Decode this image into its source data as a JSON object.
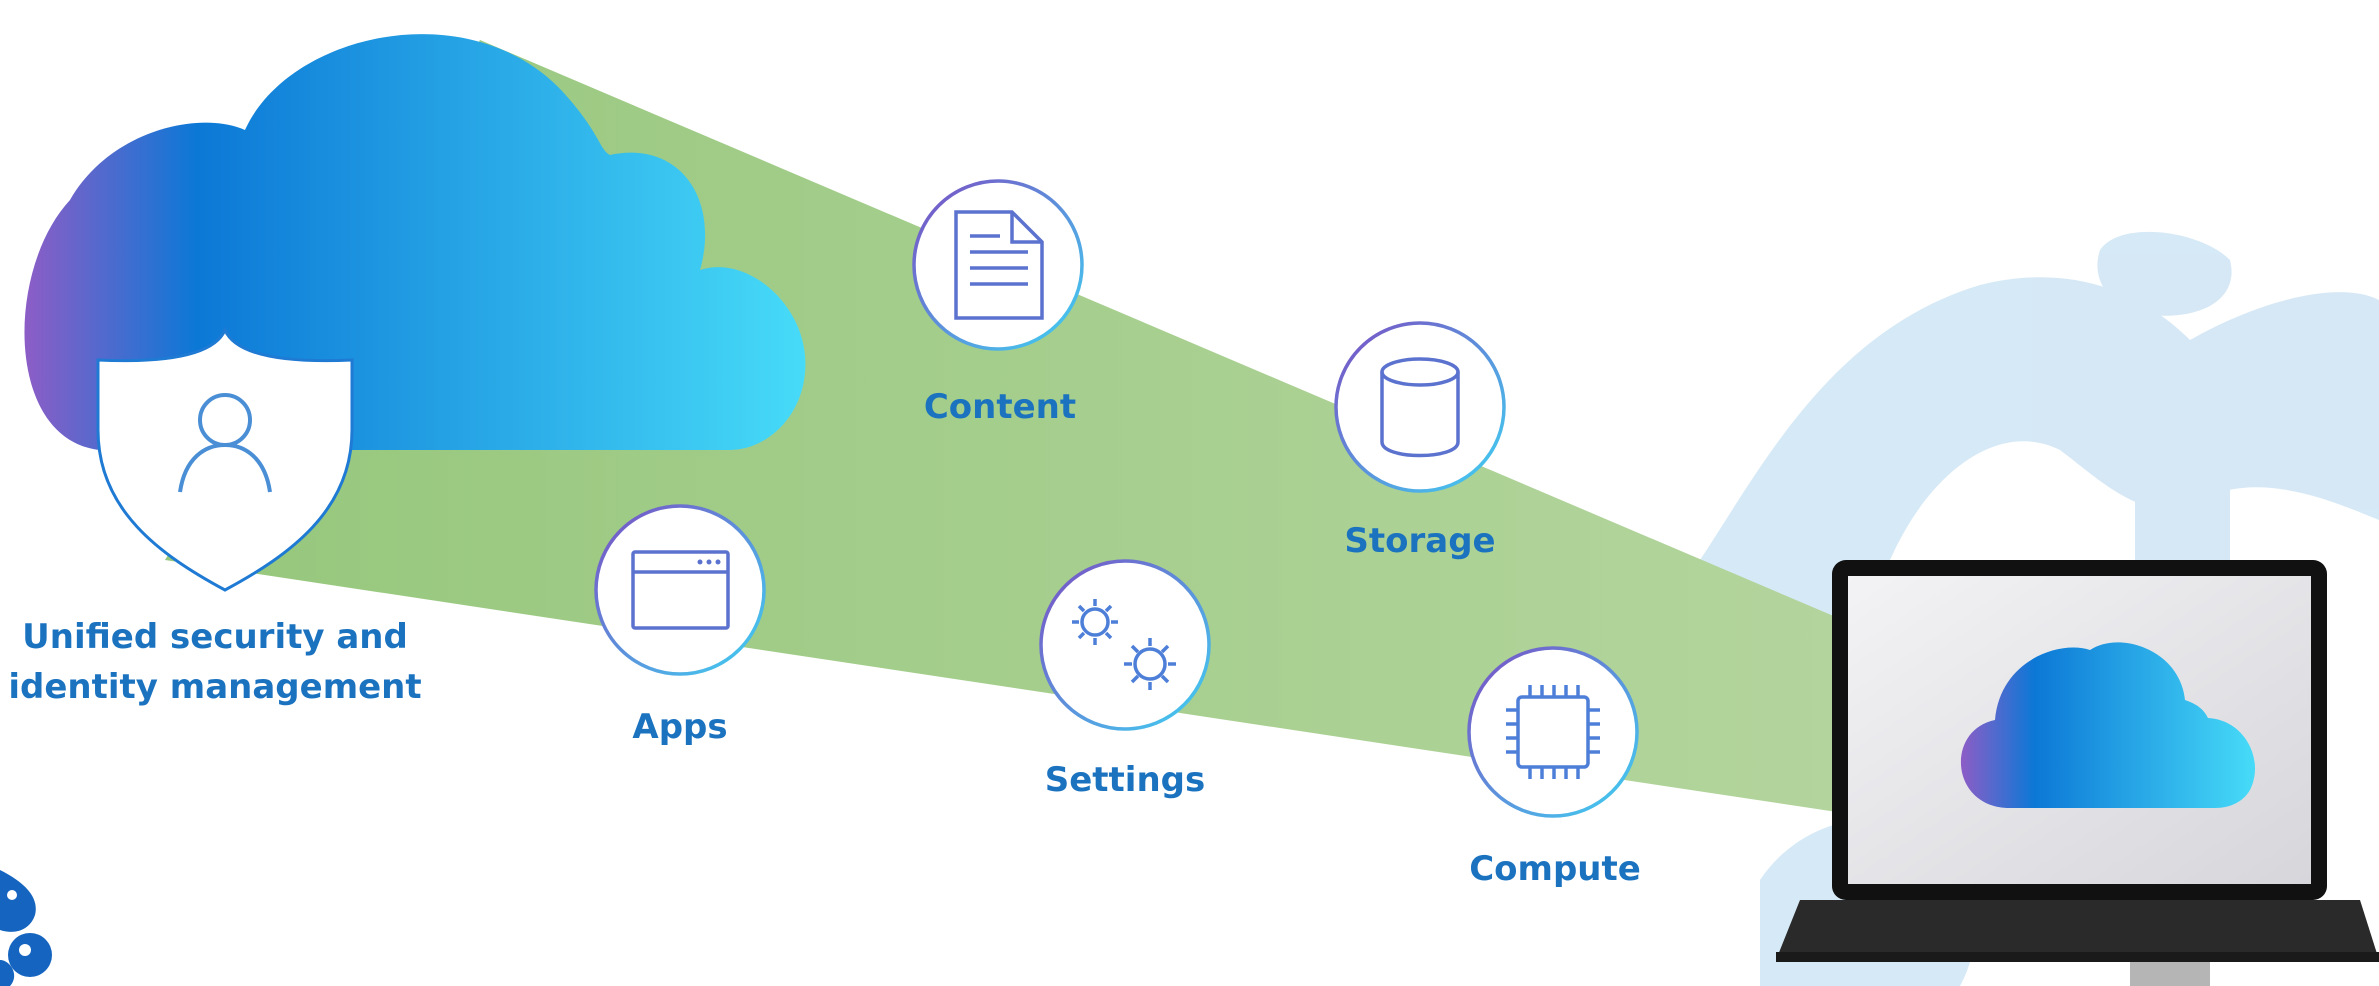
{
  "diagram": {
    "source_label": "Unified security and identity management",
    "source_label_lines": [
      "Unified security and",
      "identity management"
    ],
    "nodes": [
      {
        "key": "content",
        "label": "Content",
        "icon": "document-icon"
      },
      {
        "key": "storage",
        "label": "Storage",
        "icon": "database-icon"
      },
      {
        "key": "apps",
        "label": "Apps",
        "icon": "app-window-icon"
      },
      {
        "key": "settings",
        "label": "Settings",
        "icon": "gears-icon"
      },
      {
        "key": "compute",
        "label": "Compute",
        "icon": "chip-icon"
      }
    ],
    "target": "laptop-icon"
  },
  "colors": {
    "label_text": "#1b73c0",
    "beam": "#9cc983",
    "cloud_start": "#8d5dc6",
    "cloud_mid": "#0c78d6",
    "cloud_end": "#47dbf8",
    "decor": "#cfe5f5"
  }
}
